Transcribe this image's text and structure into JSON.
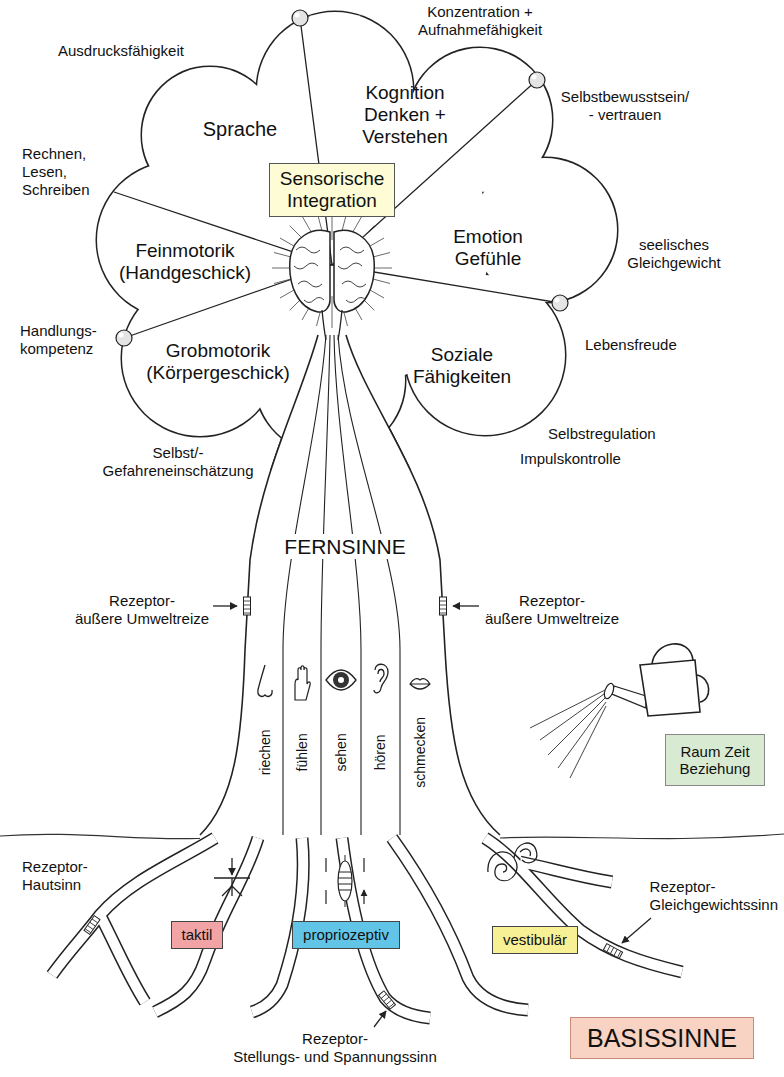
{
  "diagram": {
    "nodes": [
      {
        "text": [
          "Sprache",
          "Kognition Denken + Verstehen",
          "Feinmotorik (Handgeschick)",
          "Emotion Gefühle",
          "Grobmotorik (Körpergeschick)",
          "Soziale Fähigkeiten"
        ]
      },
      {
        "text": [
          "Sensorische Integration"
        ],
        "in": 0
      },
      {
        "text": [
          "Raum Zeit Beziehung"
        ]
      },
      {
        "text": [
          "taktil"
        ]
      },
      {
        "text": [
          "propriozeptiv"
        ]
      },
      {
        "text": [
          "vestibulär"
        ]
      },
      {
        "text": [
          "BASISSINNE"
        ]
      }
    ],
    "labels": [
      "Konzentration + Aufnahmefähigkeit",
      "Ausdrucksfähigkeit",
      "Selbstbewusstsein/ - vertrauen",
      "Rechnen, Lesen, Schreiben",
      "seelisches Gleichgewicht",
      "Handlungs- kompetenz",
      "Lebensfreude",
      "Selbstregulation",
      "Selbst/- Gefahreneinschätzung",
      "Impulskontrolle",
      "FERNSINNE",
      "Rezeptor- äußere Umweltreize",
      "Rezeptor- äußere Umweltreize",
      "riechen",
      "fühlen",
      "sehen",
      "hören",
      "schmecken",
      "Rezeptor- Hautsinn",
      "Rezeptor- Gleichgewichtssinn",
      "Rezeptor- Stellungs- und Spannungssinn"
    ]
  }
}
